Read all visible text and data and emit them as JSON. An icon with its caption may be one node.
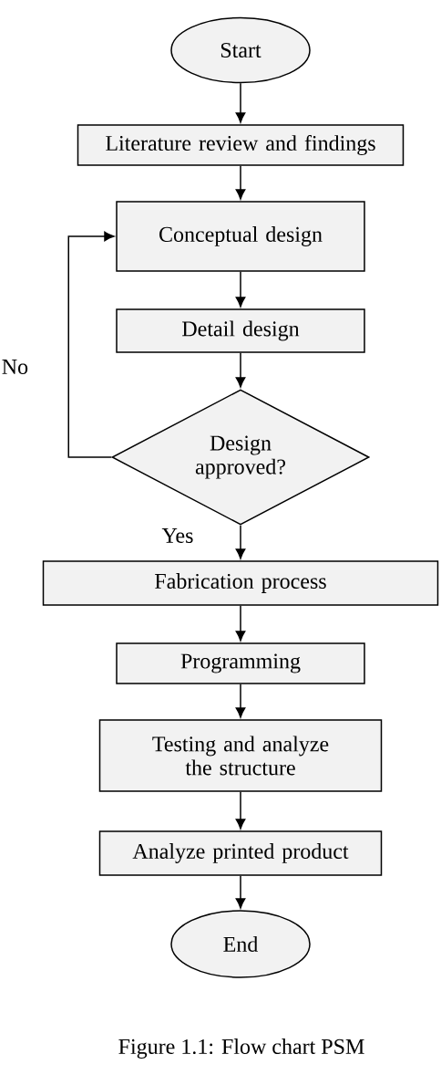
{
  "diagram": {
    "caption": "Figure 1.1: Flow chart PSM",
    "nodes": [
      {
        "text": [
          "Start"
        ]
      },
      {
        "text": [
          "Literature review and findings"
        ]
      },
      {
        "text": [
          "Conceptual design"
        ]
      },
      {
        "text": [
          "Detail design"
        ]
      },
      {
        "text": [
          "Design approved?"
        ]
      },
      {
        "text": [
          "Fabrication process"
        ]
      },
      {
        "text": [
          "Programming"
        ]
      },
      {
        "text": [
          "Testing and analyze the structure"
        ]
      },
      {
        "text": [
          "Analyze printed product"
        ]
      },
      {
        "text": [
          "End"
        ]
      }
    ],
    "edges": [
      {
        "from": 0,
        "to": 1,
        "arrow": "to"
      },
      {
        "from": 1,
        "to": 2,
        "arrow": "to"
      },
      {
        "from": 2,
        "to": 3,
        "arrow": "to"
      },
      {
        "from": 3,
        "to": 4,
        "arrow": "to"
      },
      {
        "from": 4,
        "to": 2,
        "arrow": "to",
        "label": "No"
      },
      {
        "from": 4,
        "to": 5,
        "arrow": "to",
        "label": "Yes"
      },
      {
        "from": 5,
        "to": 6,
        "arrow": "to"
      },
      {
        "from": 6,
        "to": 7,
        "arrow": "to"
      },
      {
        "from": 7,
        "to": 8,
        "arrow": "to"
      },
      {
        "from": 8,
        "to": 9,
        "arrow": "to"
      }
    ]
  }
}
